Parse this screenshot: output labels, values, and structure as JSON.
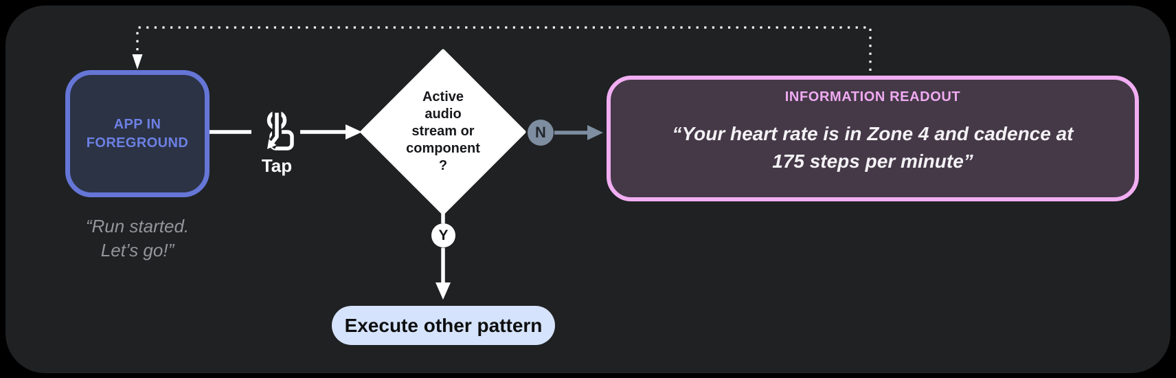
{
  "palette": {
    "page_bg": "#000000",
    "panel_bg": "#1F2123",
    "app_box_border": "#6576D6",
    "app_box_fill": "#2B3345",
    "app_box_text": "#6D80E4",
    "muted_caption_text": "#95969A",
    "flow_white": "#FFFFFF",
    "branch_no_gray": "#7E8EA0",
    "readout_border": "#F2AEF2",
    "readout_fill": "#453948",
    "readout_title_pink": "#F0ABF2",
    "action_pill_fill": "#D6E3FC"
  },
  "nodes": {
    "app_box": {
      "label": "APP IN\nFOREGROUND",
      "caption": "“Run started.\nLet’s go!”"
    },
    "tap": {
      "label": "Tap",
      "icon": "tap-gesture-icon"
    },
    "decision": {
      "question": "Active\naudio\nstream or\ncomponent\n?"
    },
    "branch_no": {
      "label": "N"
    },
    "branch_yes": {
      "label": "Y"
    },
    "readout": {
      "title": "INFORMATION READOUT",
      "quote": "“Your heart rate is in Zone 4 and cadence at\n175 steps per minute”"
    },
    "action": {
      "label": "Execute other pattern"
    }
  }
}
